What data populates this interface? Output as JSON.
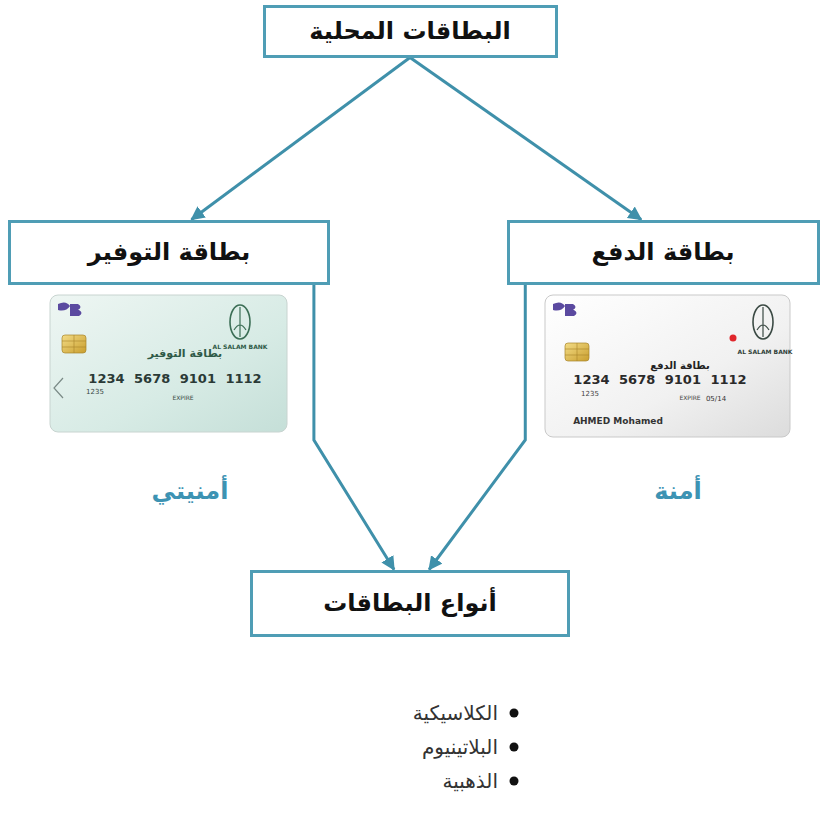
{
  "diagram": {
    "nodes": [
      {
        "text": [
          "البطاقات المحلية"
        ]
      },
      {
        "text": [
          "بطاقة الدفع"
        ]
      },
      {
        "text": [
          "بطاقة التوفير"
        ]
      },
      {
        "text": [
          "أنواع البطاقات"
        ]
      }
    ],
    "edges": [
      {
        "from": 0,
        "to": 1,
        "arrow": "to"
      },
      {
        "from": 0,
        "to": 2,
        "arrow": "to"
      },
      {
        "from": 1,
        "to": 3,
        "arrow": "to"
      },
      {
        "from": 2,
        "to": 3,
        "arrow": "to"
      }
    ],
    "labels": [
      "AL SALAM BANK",
      "بطاقة الدفع",
      "1234 5678 9101 1112",
      "1235",
      "EXPIRE",
      "05/14",
      "AHMED Mohamed",
      "AL SALAM BANK",
      "بطاقة التوفير",
      "1234 5678 9101 1112",
      "1235",
      "EXPIRE",
      "أمنة",
      "أمنيتي",
      "الكلاسيكية",
      "البلاتينيوم",
      "الذهبية"
    ]
  }
}
